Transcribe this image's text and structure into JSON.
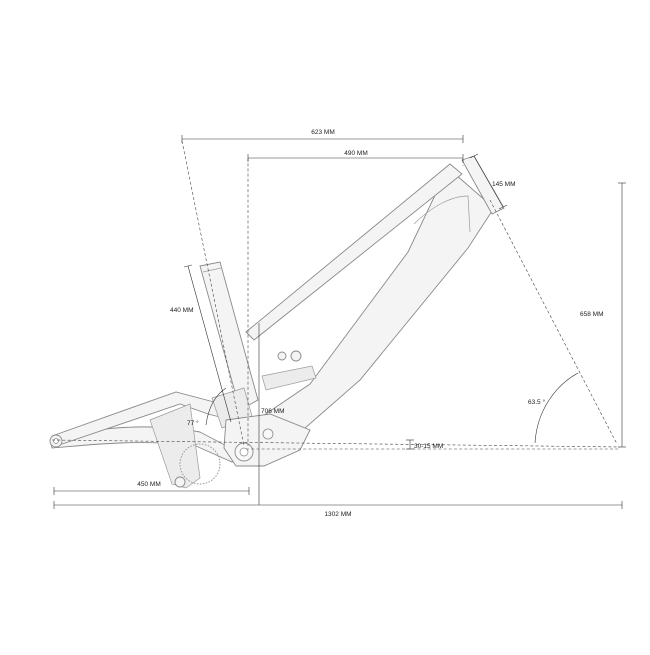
{
  "diagram": {
    "labels": {
      "reach": "490 MM",
      "stack": "658 MM",
      "top_tube": "623 MM",
      "head_tube": "145 MM",
      "seat_tube": "440 MM",
      "seat_angle": "77 °",
      "head_angle": "63.5 °",
      "chainstay": "450 MM",
      "bb_drop": "30-15 MM",
      "wheelbase": "1302 MM",
      "bb_label": "706 MM"
    }
  }
}
